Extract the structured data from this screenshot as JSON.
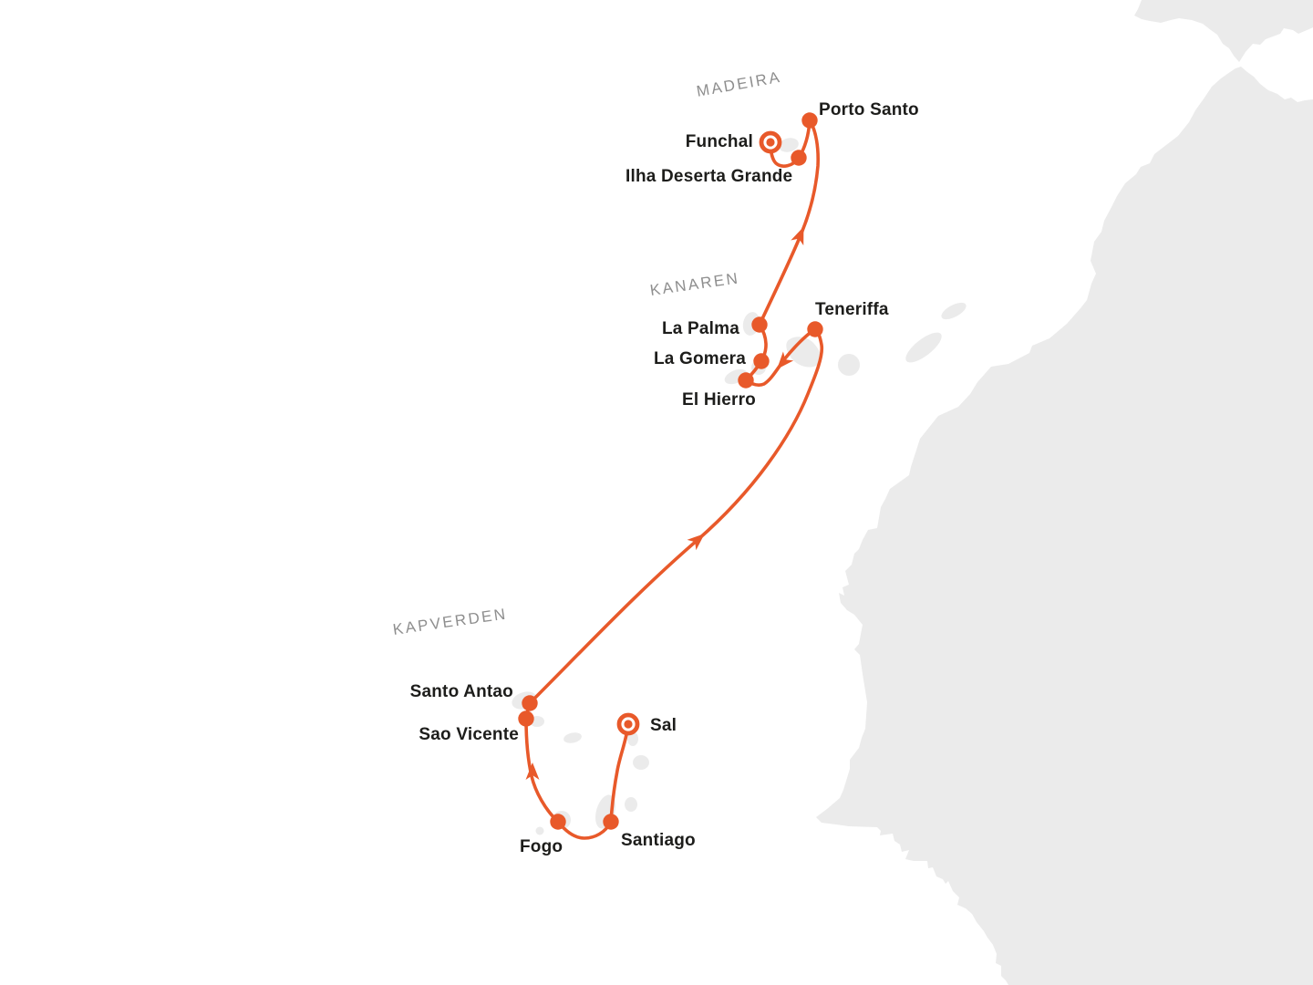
{
  "map": {
    "type": "cruise-route-map",
    "area": "Northwest Africa Atlantic coast with Madeira, Canary Islands and Cape Verde",
    "colors": {
      "background": "#ffffff",
      "land": "#ebebeb",
      "route": "#e8592a",
      "port_label": "#1d1d1b",
      "region_label": "#8e8e8e"
    }
  },
  "regions": [
    {
      "label": "MADEIRA"
    },
    {
      "label": "KANAREN"
    },
    {
      "label": "KAPVERDEN"
    }
  ],
  "stops": [
    {
      "name": "Funchal",
      "marker": "ring"
    },
    {
      "name": "Porto Santo",
      "marker": "dot"
    },
    {
      "name": "Ilha Deserta Grande",
      "marker": "dot"
    },
    {
      "name": "La Palma",
      "marker": "dot"
    },
    {
      "name": "Teneriffa",
      "marker": "dot"
    },
    {
      "name": "La Gomera",
      "marker": "dot"
    },
    {
      "name": "El Hierro",
      "marker": "dot"
    },
    {
      "name": "Santo Antao",
      "marker": "dot"
    },
    {
      "name": "Sao Vicente",
      "marker": "dot"
    },
    {
      "name": "Sal",
      "marker": "ring"
    },
    {
      "name": "Fogo",
      "marker": "dot"
    },
    {
      "name": "Santiago",
      "marker": "dot"
    }
  ],
  "route": {
    "ports_in_order": [
      "Sal",
      "Santiago",
      "Fogo",
      "Sao Vicente",
      "Santo Antao",
      "Teneriffa",
      "El Hierro",
      "La Gomera",
      "La Palma",
      "Porto Santo",
      "Ilha Deserta Grande",
      "Funchal"
    ],
    "direction_arrows": 4
  }
}
